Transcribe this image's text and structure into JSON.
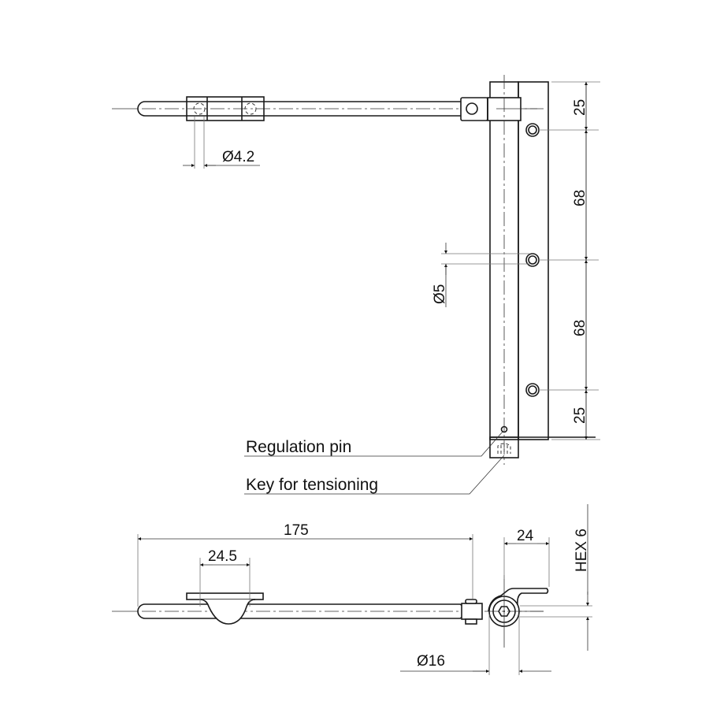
{
  "drawing": {
    "top_view": {
      "hole_bracket_dim": "Ø4.2",
      "pin_hole_dim": "Ø5",
      "vertical_dims": [
        "25",
        "68",
        "68",
        "25"
      ]
    },
    "callouts": {
      "regulation_pin": "Regulation pin",
      "key_for_tensioning": "Key for tensioning"
    },
    "side_view": {
      "length_dim": "175",
      "bracket_dim": "24.5",
      "offset_dim": "24",
      "hex_dim": "HEX 6",
      "diameter_dim": "Ø16"
    },
    "colors": {
      "line": "#1a1a1a",
      "background": "#ffffff"
    }
  }
}
